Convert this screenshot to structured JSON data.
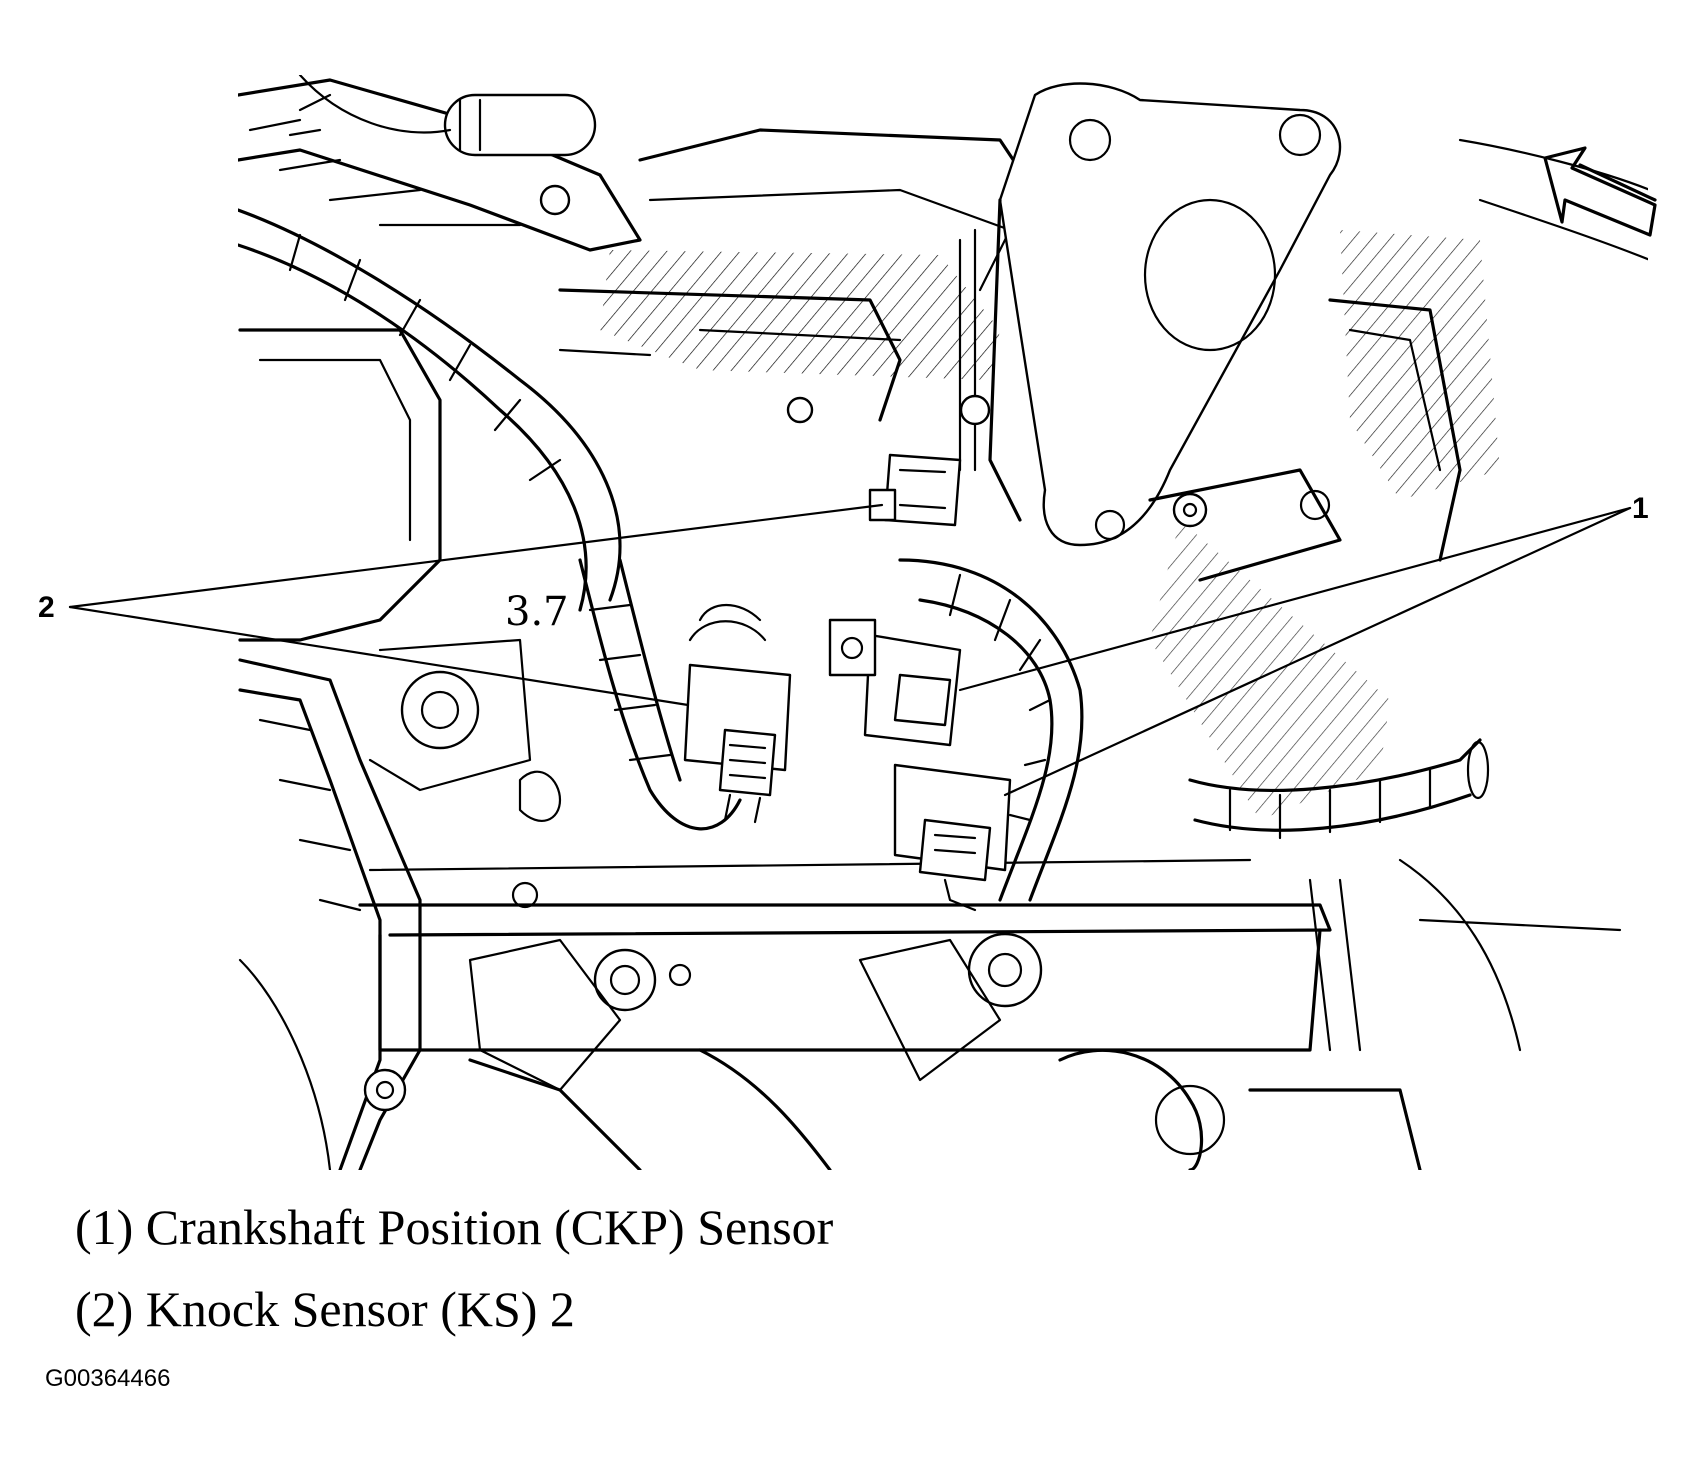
{
  "callouts": [
    {
      "number": "1",
      "name": "Crankshaft Position (CKP) Sensor"
    },
    {
      "number": "2",
      "name": "Knock Sensor (KS) 2"
    }
  ],
  "legend": [
    {
      "label": "(1) Crankshaft Position (CKP) Sensor"
    },
    {
      "label": "(2) Knock Sensor (KS) 2"
    }
  ],
  "drawing_marks": {
    "engine_marking": "3.7"
  },
  "figure_id": "G00364466",
  "icons": {
    "direction_arrow": "front-direction-arrow-icon"
  }
}
